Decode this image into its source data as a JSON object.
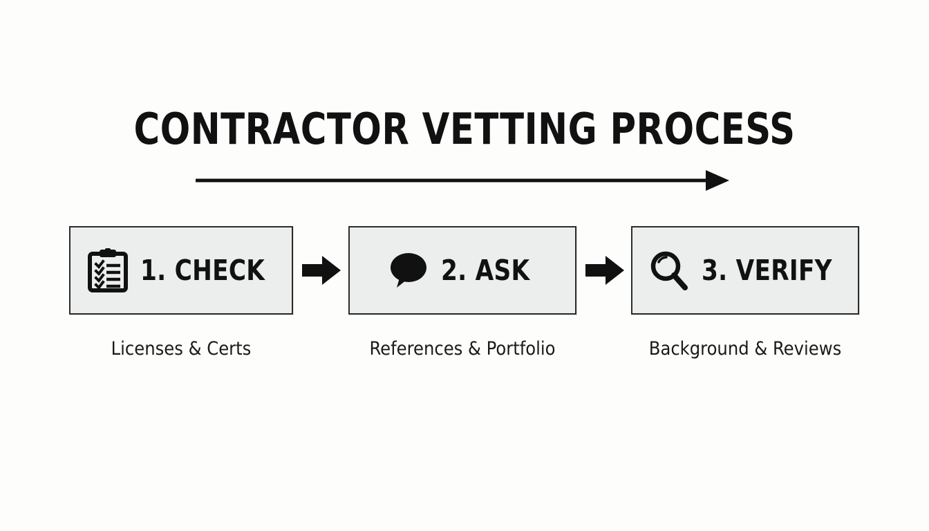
{
  "page": {
    "title": "CONTRACTOR VETTING PROCESS",
    "background_color": "#fdfdfc",
    "ink_color": "#111111",
    "box_fill_color": "#eceded",
    "box_border_color": "#2b2b2b"
  },
  "progress_arrow": {
    "name": "process-direction-arrow",
    "direction": "left-to-right"
  },
  "steps": [
    {
      "number": "1.",
      "label": "1. CHECK",
      "icon": "clipboard-checklist-icon",
      "caption": "Licenses & Certs"
    },
    {
      "number": "2.",
      "label": "2. ASK",
      "icon": "speech-bubble-icon",
      "caption": "References & Portfolio"
    },
    {
      "number": "3.",
      "label": "3. VERIFY",
      "icon": "magnifying-glass-icon",
      "caption": "Background & Reviews"
    }
  ],
  "connectors": [
    {
      "icon": "arrow-right-icon"
    },
    {
      "icon": "arrow-right-icon"
    }
  ]
}
